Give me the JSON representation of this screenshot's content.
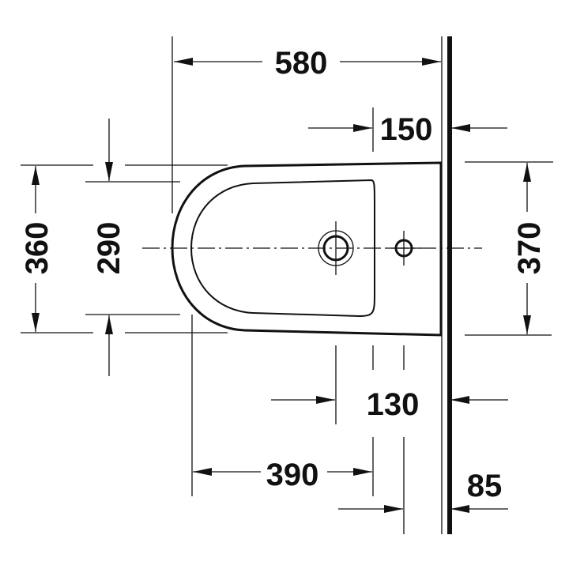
{
  "drawing": {
    "title": "Bidet top view dimension drawing",
    "units": "mm",
    "stroke_color": "#111111",
    "background": "#ffffff"
  },
  "dimensions": {
    "overall_length": "580",
    "tap_hole_to_wall": "150",
    "overall_width_left": "360",
    "bowl_inner_width": "290",
    "overall_width_right": "370",
    "waste_offset": "130",
    "front_to_waste": "390",
    "fixing_to_wall": "85"
  }
}
